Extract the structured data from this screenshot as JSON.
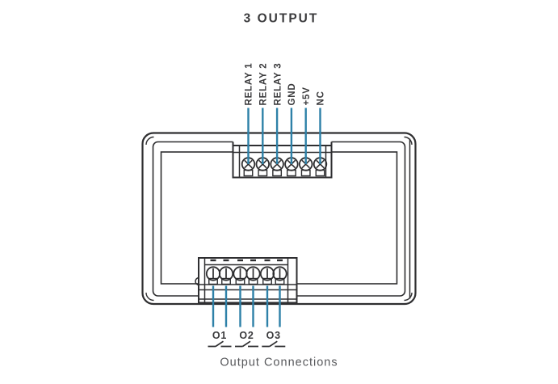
{
  "title": "3 OUTPUT",
  "top_connector": {
    "pin_labels": [
      "RELAY 1",
      "RELAY 2",
      "RELAY 3",
      "GND",
      "+5V",
      "NC"
    ]
  },
  "bottom_connector": {
    "output_labels": [
      "O1",
      "O2",
      "O3"
    ]
  },
  "caption": "Output Connections",
  "colors": {
    "wire": "#2E81A8",
    "outline": "#2E2E30",
    "label_text": "#3A3A3C",
    "caption_text": "#58595C"
  }
}
